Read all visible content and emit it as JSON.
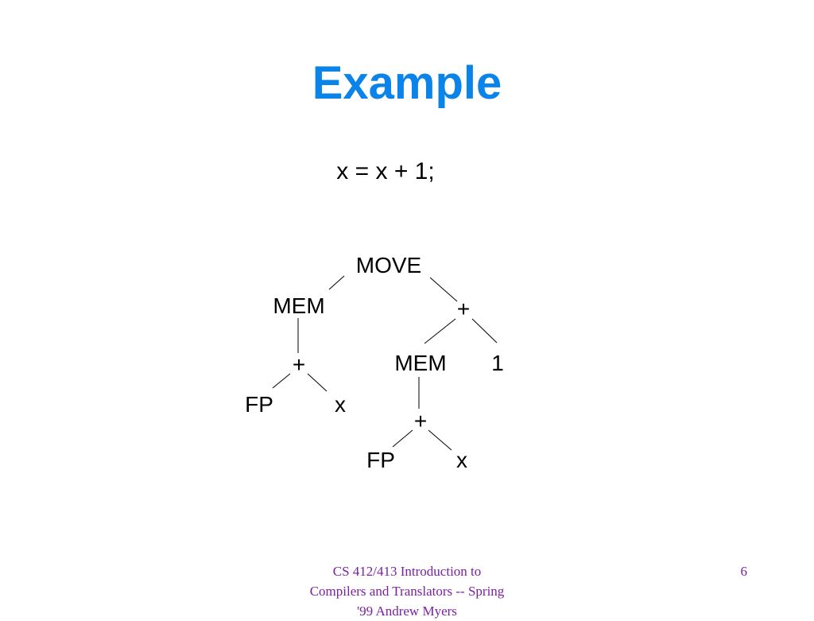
{
  "slide": {
    "title": "Example",
    "statement": "x = x + 1;",
    "footer_lines": [
      "CS 412/413 Introduction to",
      "Compilers and Translators -- Spring",
      "'99    Andrew Myers"
    ],
    "page_number": "6"
  },
  "tree": {
    "nodes": {
      "root": "MOVE",
      "left_mem": "MEM",
      "left_plus": "+",
      "left_fp": "FP",
      "left_x": "x",
      "right_plus": "+",
      "right_mem": "MEM",
      "right_one": "1",
      "inner_plus": "+",
      "inner_fp": "FP",
      "inner_x": "x"
    }
  }
}
